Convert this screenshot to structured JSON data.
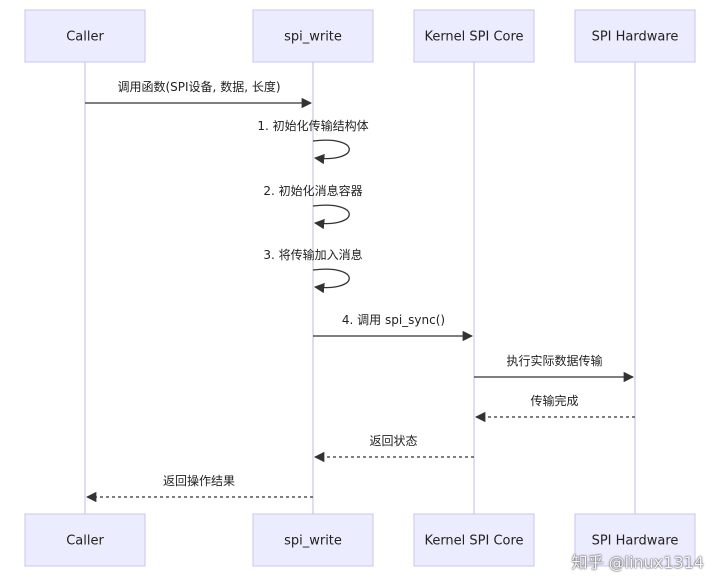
{
  "participants": [
    {
      "id": "caller",
      "label": "Caller"
    },
    {
      "id": "spi_write",
      "label": "spi_write"
    },
    {
      "id": "core",
      "label": "Kernel SPI Core"
    },
    {
      "id": "hw",
      "label": "SPI Hardware"
    }
  ],
  "messages": [
    {
      "from": "caller",
      "to": "spi_write",
      "label": "调用函数(SPI设备, 数据, 长度)",
      "style": "solid"
    },
    {
      "from": "spi_write",
      "to": "spi_write",
      "label": "1. 初始化传输结构体",
      "style": "self"
    },
    {
      "from": "spi_write",
      "to": "spi_write",
      "label": "2. 初始化消息容器",
      "style": "self"
    },
    {
      "from": "spi_write",
      "to": "spi_write",
      "label": "3. 将传输加入消息",
      "style": "self"
    },
    {
      "from": "spi_write",
      "to": "core",
      "label": "4. 调用 spi_sync()",
      "style": "solid"
    },
    {
      "from": "core",
      "to": "hw",
      "label": "执行实际数据传输",
      "style": "solid"
    },
    {
      "from": "hw",
      "to": "core",
      "label": "传输完成",
      "style": "dashed"
    },
    {
      "from": "core",
      "to": "spi_write",
      "label": "返回状态",
      "style": "dashed"
    },
    {
      "from": "spi_write",
      "to": "caller",
      "label": "返回操作结果",
      "style": "dashed"
    }
  ],
  "watermark": "知乎 @linux1314"
}
